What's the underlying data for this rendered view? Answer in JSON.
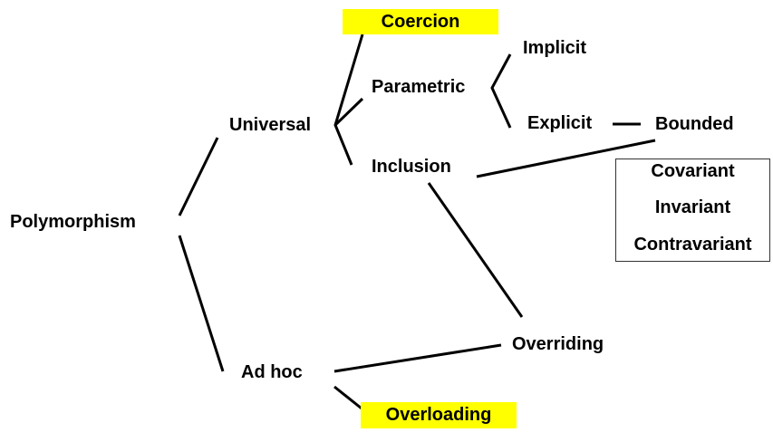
{
  "nodes": {
    "polymorphism": "Polymorphism",
    "universal": "Universal",
    "ad_hoc": "Ad hoc",
    "coercion": "Coercion",
    "parametric": "Parametric",
    "inclusion": "Inclusion",
    "implicit": "Implicit",
    "explicit": "Explicit",
    "bounded": "Bounded",
    "overriding": "Overriding",
    "overloading": "Overloading"
  },
  "variance_box": {
    "items": [
      "Covariant",
      "Invariant",
      "Contravariant"
    ]
  },
  "colors": {
    "highlight": "#ffff00",
    "text": "#000000",
    "line": "#000000",
    "box_border": "#333333"
  }
}
